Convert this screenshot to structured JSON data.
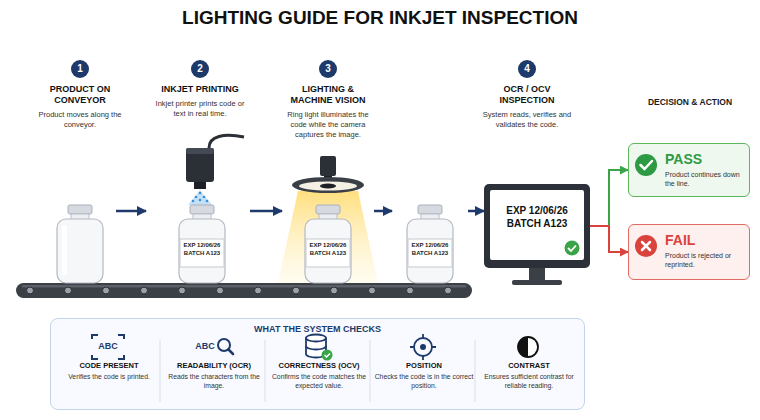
{
  "diagram": {
    "title": "LIGHTING GUIDE FOR INKJET INSPECTION",
    "nodes": [
      {
        "text": [
          "1",
          "PRODUCT ON CONVEYOR",
          "Product moves along the conveyor."
        ]
      },
      {
        "text": [
          "2",
          "INKJET PRINTING",
          "Inkjet printer prints code or text in real time."
        ]
      },
      {
        "text": [
          "3",
          "LIGHTING & MACHINE VISION",
          "Ring light illuminates the code while the camera captures the image."
        ]
      },
      {
        "text": [
          "4",
          "OCR / OCV INSPECTION",
          "System reads, verifies and validates the code."
        ]
      },
      {
        "text": [
          "EXP 12/06/26 BATCH A123"
        ]
      },
      {
        "text": [
          "EXP 12/06/26 BATCH A123"
        ]
      },
      {
        "text": [
          "EXP 12/06/26 BATCH A123"
        ]
      },
      {
        "text": [
          "EXP 12/06/26 BATCH A123"
        ]
      },
      {
        "text": [
          "PASS",
          "Product continues down the line."
        ]
      },
      {
        "text": [
          "FAIL",
          "Product is rejected or reprinted."
        ]
      },
      {
        "text": [
          "WHAT THE SYSTEM CHECKS"
        ]
      },
      {
        "text": [
          "CODE PRESENT",
          "Verifies the code is printed."
        ],
        "in": 10
      },
      {
        "text": [
          "READABILITY (OCR)",
          "Reads the characters from the image."
        ],
        "in": 10
      },
      {
        "text": [
          "CORRECTNESS (OCV)",
          "Confirms the code matches the expected value."
        ],
        "in": 10
      },
      {
        "text": [
          "POSITION",
          "Checks the code is in the correct position."
        ],
        "in": 10
      },
      {
        "text": [
          "CONTRAST",
          "Ensures sufficient contrast for reliable reading."
        ],
        "in": 10
      }
    ],
    "edges": [
      {
        "from": 4,
        "to": 5,
        "arrow": "to"
      },
      {
        "from": 5,
        "to": 6,
        "arrow": "to"
      },
      {
        "from": 6,
        "to": 7,
        "arrow": "to"
      },
      {
        "from": 7,
        "to": 8,
        "arrow": "to"
      },
      {
        "from": 7,
        "to": 9,
        "arrow": "to"
      }
    ],
    "labels": [
      "DECISION & ACTION",
      "ABC",
      "ABC"
    ]
  }
}
